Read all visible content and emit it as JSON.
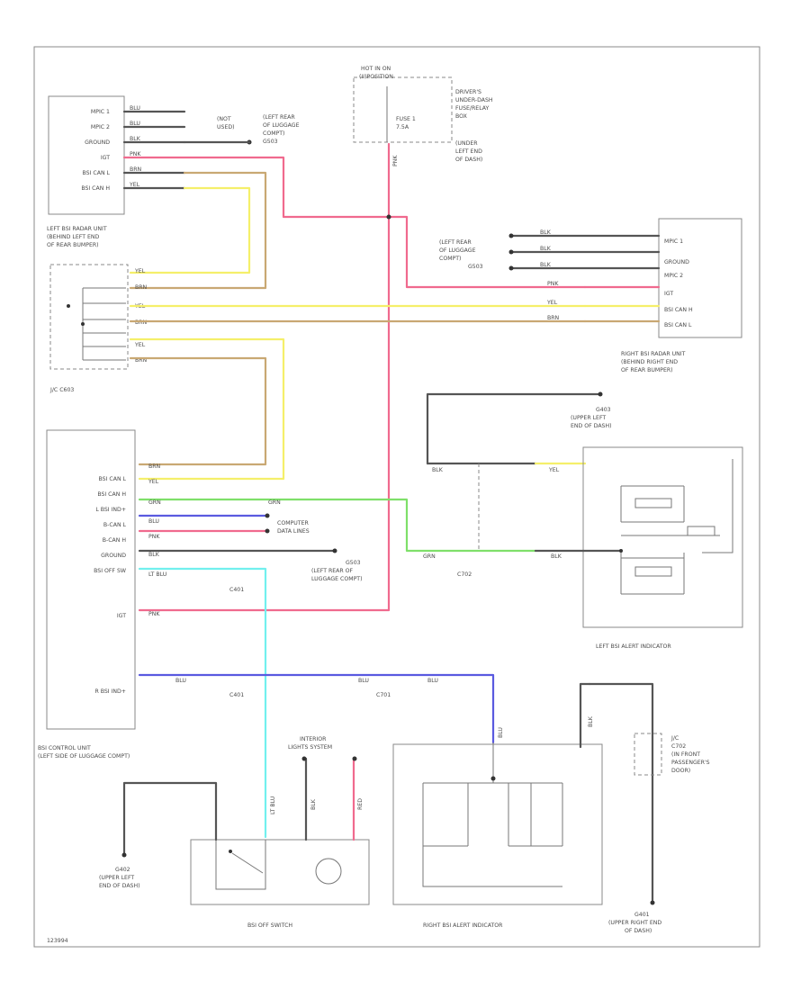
{
  "left_radar": {
    "pins": [
      "MPIC 1",
      "MPIC 2",
      "GROUND",
      "IGT",
      "BSI CAN L",
      "BSI CAN H"
    ],
    "label": [
      "LEFT BSI RADAR UNIT",
      "(BEHIND LEFT END",
      "OF REAR BUMPER)"
    ],
    "wires": [
      "BLU",
      "BLU",
      "BLK",
      "PNK",
      "BRN",
      "YEL"
    ],
    "not_used": [
      "(NOT",
      "USED)"
    ],
    "ground_label": [
      "(LEFT REAR",
      "OF LUGGAGE",
      "COMPT)",
      "G503"
    ]
  },
  "fuse": {
    "hot": [
      "HOT IN ON",
      "(II)POSITION"
    ],
    "name": [
      "FUSE 1",
      "7.5A"
    ],
    "box": [
      "DRIVER'S",
      "UNDER-DASH",
      "FUSE/RELAY",
      "BOX",
      "(UNDER",
      "LEFT END",
      "OF DASH)"
    ],
    "wire": "PNK"
  },
  "jc": {
    "name": "J/C C603",
    "wires": [
      "YEL",
      "BRN",
      "YEL",
      "BRN",
      "YEL",
      "BRN"
    ]
  },
  "right_radar": {
    "pins": [
      "MPIC 1",
      "GROUND",
      "MPIC 2",
      "IGT",
      "BSI CAN H",
      "BSI CAN L"
    ],
    "label": [
      "RIGHT BSI RADAR UNIT",
      "(BEHIND RIGHT END",
      "OF REAR BUMPER)"
    ],
    "ground_label": [
      "(LEFT REAR",
      "OF LUGGAGE",
      "COMPT)",
      "G503"
    ],
    "wires": [
      "BLK",
      "BLK",
      "BLK",
      "PNK",
      "YEL",
      "BRN"
    ]
  },
  "g403": {
    "label": [
      "G403",
      "(UPPER LEFT",
      "END OF DASH)"
    ]
  },
  "control": {
    "pins": [
      "BSI CAN L",
      "BSI CAN H",
      "L BSI IND+",
      "B-CAN L",
      "B-CAN H",
      "GROUND",
      "BSI OFF SW",
      "IGT",
      "R BSI IND+"
    ],
    "label": [
      "BSI CONTROL UNIT",
      "(LEFT SIDE OF LUGGAGE COMPT)"
    ],
    "computer": [
      "COMPUTER",
      "DATA LINES"
    ],
    "ground_label": [
      "G503",
      "(LEFT REAR OF",
      "LUGGAGE COMPT)"
    ],
    "wires": [
      "BRN",
      "YEL",
      "GRN",
      "BLU",
      "PNK",
      "BLK",
      "LT BLU",
      "PNK",
      "BLU"
    ]
  },
  "connectors": {
    "c401": "C401",
    "c702": "C702",
    "c701": "C701"
  },
  "left_indicator": {
    "label": "LEFT BSI ALERT INDICATOR",
    "wires": [
      "BLK",
      "YEL",
      "GRN",
      "BLK"
    ]
  },
  "right_indicator": {
    "label": "RIGHT BSI ALERT INDICATOR",
    "wires": [
      "BLU",
      "BLK"
    ]
  },
  "off_switch": {
    "label": "BSI OFF SWITCH",
    "lights": [
      "INTERIOR",
      "LIGHTS SYSTEM"
    ],
    "wires": [
      "LT BLU",
      "BLK",
      "RED"
    ]
  },
  "g402": {
    "label": [
      "G402",
      "(UPPER LEFT",
      "END OF DASH)"
    ]
  },
  "g401": {
    "label": [
      "G401",
      "(UPPER RIGHT END",
      "OF DASH)"
    ]
  },
  "jc_c702": {
    "label": [
      "J/C",
      "C702",
      "(IN FRONT",
      "PASSENGER'S",
      "DOOR)"
    ]
  },
  "diagram_id": "123994"
}
